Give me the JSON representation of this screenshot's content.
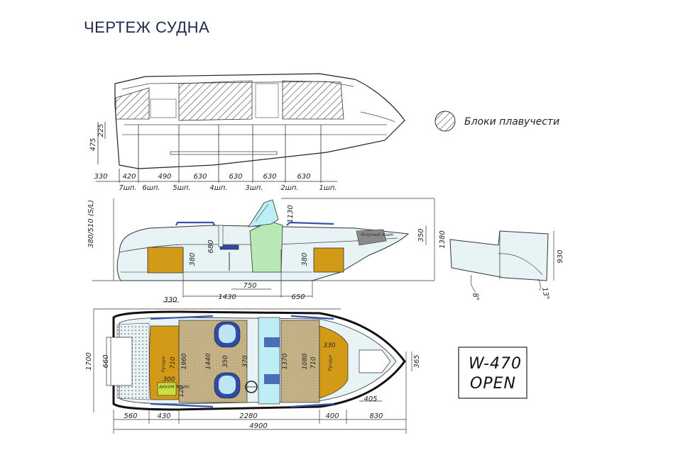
{
  "title": "ЧЕРТЕЖ СУДНА",
  "legend": {
    "label": "Блоки плавучести"
  },
  "model": {
    "line1": "W-470",
    "line2": "OPEN"
  },
  "side_view": {
    "heights": [
      "475",
      "225"
    ],
    "bottom": [
      "330",
      "420",
      "490",
      "630",
      "630",
      "630",
      "630"
    ],
    "frames": [
      "7шп.",
      "6шп.",
      "5шп.",
      "4шп.",
      "3шп.",
      "2шп.",
      "1шп."
    ]
  },
  "profile": {
    "left_height": "380/510 (S/L)",
    "h680": "680",
    "h380a": "380",
    "h380b": "380",
    "h1130": "1130",
    "h350": "350",
    "h1380": "1380",
    "d1430": "1430",
    "d750": "750",
    "d650": "650",
    "anchor_box": "Якорный ящик"
  },
  "section": {
    "h930": "930",
    "a1": "8°",
    "a2": "13°"
  },
  "plan": {
    "width": "1700",
    "stern": "660",
    "d330top": "330",
    "d330r": "330",
    "d300": "300",
    "d120": "120",
    "v710a": "710",
    "v1960": "1960",
    "v1440": "1440",
    "v350": "350",
    "v370": "370",
    "v1370": "1370",
    "v1080": "1080",
    "v710b": "710",
    "v365": "365",
    "d405": "405",
    "bottom": [
      "560",
      "430",
      "2280",
      "400",
      "830"
    ],
    "total": "4900",
    "locker_l": "Рундук",
    "locker_r": "Рундук",
    "battery": "АККУМ ЯЩИК"
  }
}
